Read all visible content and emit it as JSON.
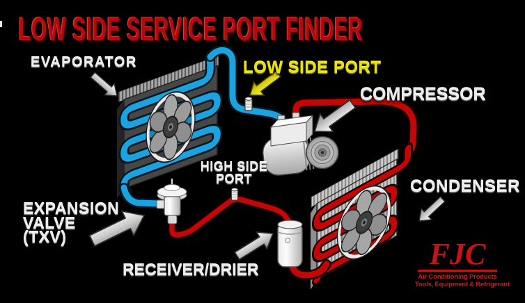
{
  "title": "LOW SIDE SERVICE PORT FINDER",
  "labels": {
    "evaporator": "EVAPORATOR",
    "low_side_port": "LOW SIDE PORT",
    "compressor": "COMPRESSOR",
    "condenser": "CONDENSER",
    "expansion_valve": [
      "EXPANSION",
      "VALVE",
      "(TXV)"
    ],
    "high_side_port": [
      "HIGH SIDE",
      "PORT"
    ],
    "receiver_drier": "RECEIVER/DRIER"
  },
  "logo": {
    "name": "FJC",
    "tagline1": "Air Conditioning Products",
    "tagline2": "Tools, Equipment & Refrigerant"
  },
  "colors": {
    "background": "#000000",
    "title_red": "#b30b0b",
    "low_side_blue": "#1ba3e0",
    "high_side_red": "#c40606",
    "label_silver": "#ececec",
    "low_side_label_yellow": "#eae200",
    "logo_red": "#c51414"
  }
}
